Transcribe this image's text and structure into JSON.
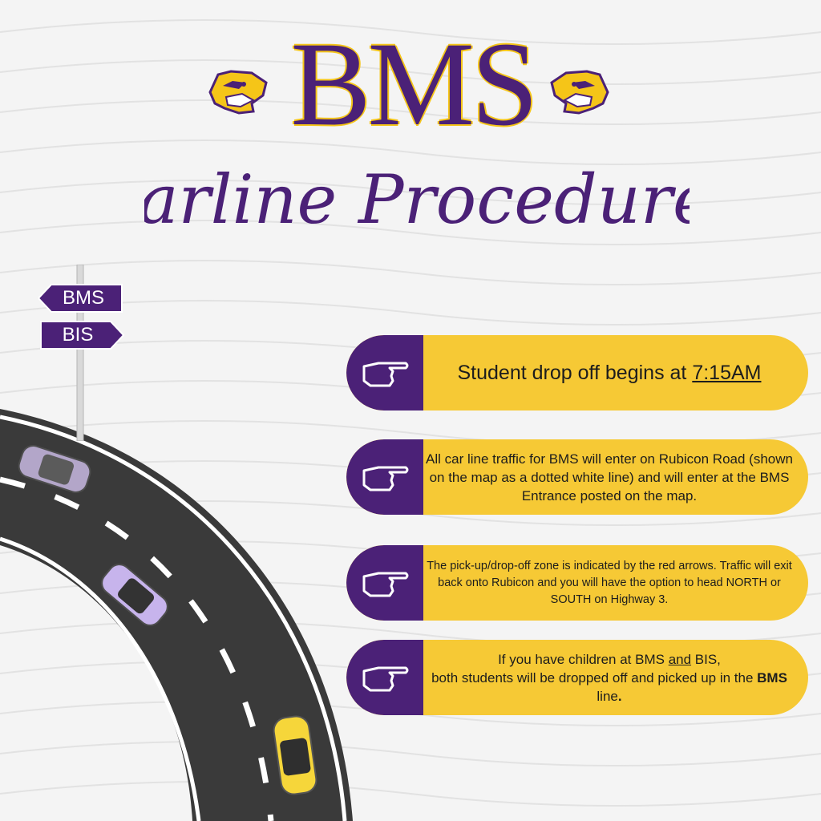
{
  "header": {
    "title": "BMS",
    "subtitle": "Carline Procedures"
  },
  "signs": {
    "top": "BMS",
    "bottom": "BIS"
  },
  "items": [
    {
      "text_before": "Student drop off begins at ",
      "time": "7:15AM"
    },
    {
      "text": "All car line traffic for BMS will enter on Rubicon Road (shown on the map as a dotted white line) and will enter at the BMS Entrance posted on the map."
    },
    {
      "text": "The pick-up/drop-off zone is indicated by the red arrows. Traffic will exit back onto Rubicon and you will have the option to head NORTH or SOUTH on Highway 3."
    },
    {
      "line1": "If you have children at BMS ",
      "and": "and",
      "line1_end": " BIS,",
      "line2": "both students will be dropped off and picked up in the ",
      "bms": "BMS",
      "line2_end": " line",
      "period": "."
    }
  ],
  "icons": [
    "tiger-mascot-icon",
    "pointing-hand-icon"
  ],
  "colors": {
    "purple": "#4b2177",
    "gold": "#f6c935",
    "road": "#3a3a3a"
  }
}
